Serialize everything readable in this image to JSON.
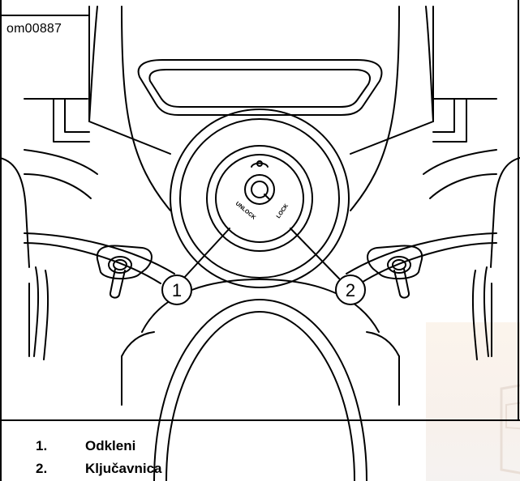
{
  "figure": {
    "id_label": "om00887"
  },
  "ignition": {
    "position_unlock": "UNLOCK",
    "position_lock": "LOCK"
  },
  "callouts": [
    {
      "number": "1"
    },
    {
      "number": "2"
    }
  ],
  "legend": [
    {
      "number": "1.",
      "text": "Odkleni"
    },
    {
      "number": "2.",
      "text": "Ključavnica"
    }
  ],
  "colors": {
    "line": "#000000",
    "background": "#ffffff",
    "watermark": "#f6ece2"
  }
}
